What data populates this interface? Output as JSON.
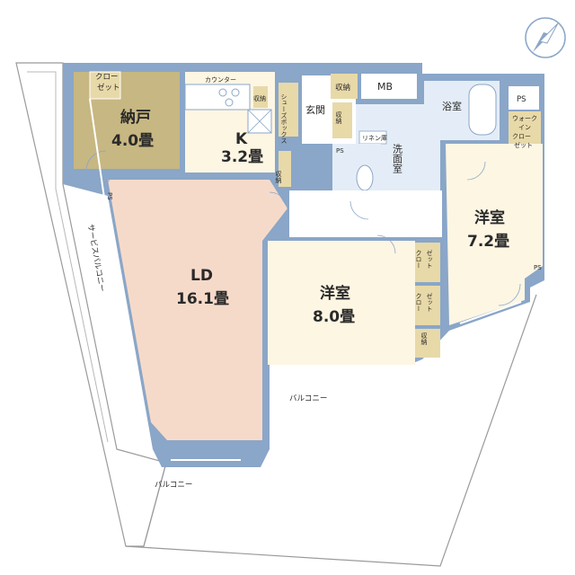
{
  "rooms": {
    "storage_room": {
      "name": "納戸",
      "size": "4.0畳"
    },
    "kitchen": {
      "name": "K",
      "size": "3.2畳"
    },
    "living_dining": {
      "name": "LD",
      "size": "16.1畳"
    },
    "western_room_8": {
      "name": "洋室",
      "size": "8.0畳"
    },
    "western_room_7": {
      "name": "洋室",
      "size": "7.2畳"
    }
  },
  "labels": {
    "closet_storage_room": "クロー\nゼット",
    "counter": "カウンター",
    "kitchen_storage": "収納",
    "kitchen_storage_2": "収納",
    "shoes_box": "シューズボックス",
    "entrance": "玄関",
    "entrance_storage_1": "収納",
    "entrance_storage_2": "収納",
    "mb": "MB",
    "ps_top_right": "PS",
    "ps_left": "PS",
    "ps_toilet": "PS",
    "ps_right": "PS",
    "bathroom": "浴室",
    "washroom": "洗面室",
    "linen": "リネン庫",
    "walk_in_closet": "ウォーク\nイン\nクロー\nゼット",
    "closet_a": "クロー\nゼット",
    "closet_b": "クロー\nゼット",
    "bedroom_storage": "収納",
    "service_balcony": "サービスバルコニー",
    "balcony_right": "バルコニー",
    "balcony_bottom": "バルコニー"
  },
  "colors": {
    "wall": "#8aa6c8",
    "storage_room": "#c7b782",
    "room_cream": "#fdf6e3",
    "ld_floor": "#f6dac9",
    "wet_area": "#e4edf7",
    "storage_fill": "#e8d9a8",
    "balcony_line": "#9a9a9a",
    "text": "#2a2a2a"
  },
  "icons": [
    "compass-icon",
    "toilet-icon",
    "bathtub-icon",
    "stove-icon",
    "sink-icon"
  ]
}
